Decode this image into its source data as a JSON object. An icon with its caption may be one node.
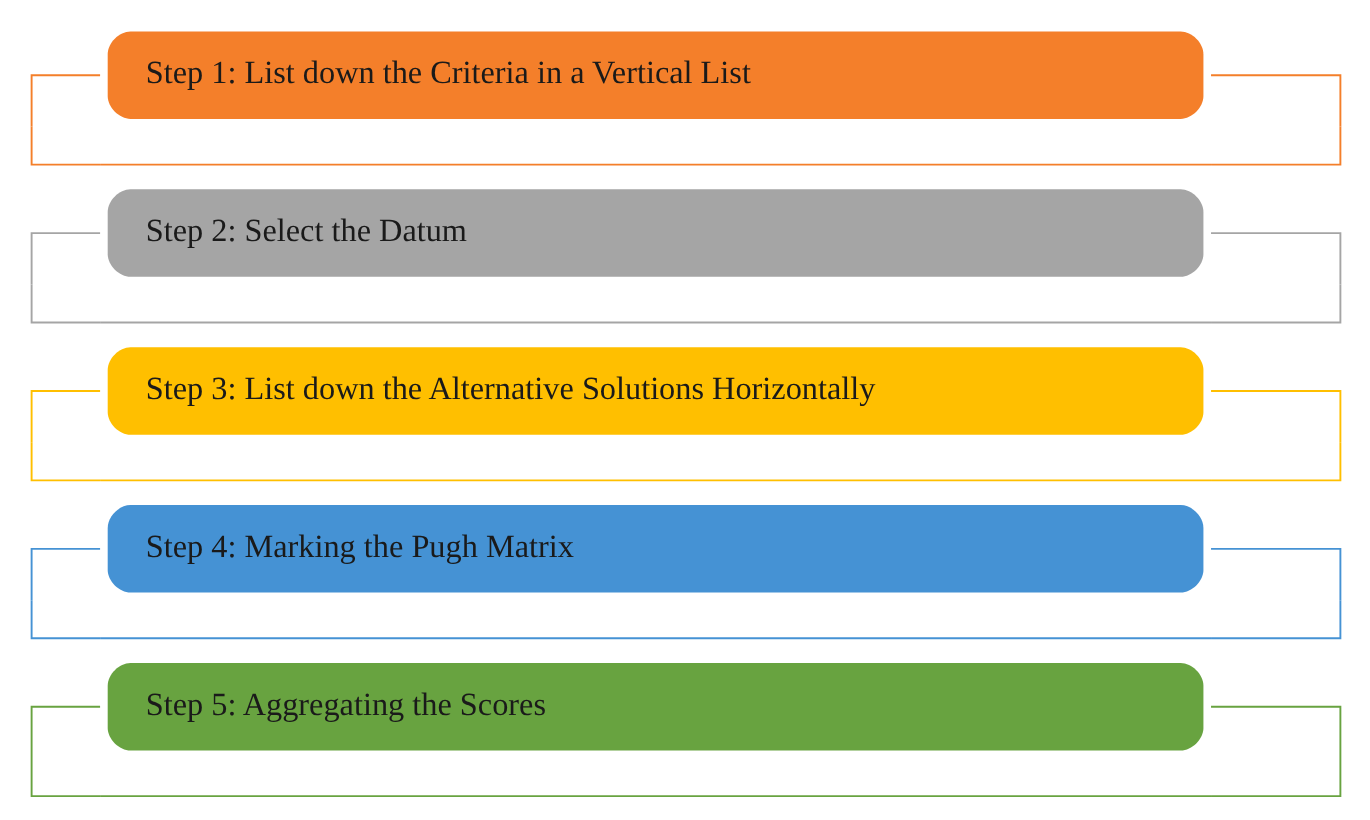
{
  "diagram": {
    "nodes": [
      {
        "text": [
          "Step 1: List down the Criteria in a Vertical List"
        ]
      },
      {
        "text": [
          "Step 2: Select the Datum"
        ]
      },
      {
        "text": [
          "Step 3: List down the Alternative Solutions Horizontally"
        ]
      },
      {
        "text": [
          "Step 4: Marking the Pugh Matrix"
        ]
      },
      {
        "text": [
          "Step 5: Aggregating the Scores"
        ]
      }
    ]
  }
}
